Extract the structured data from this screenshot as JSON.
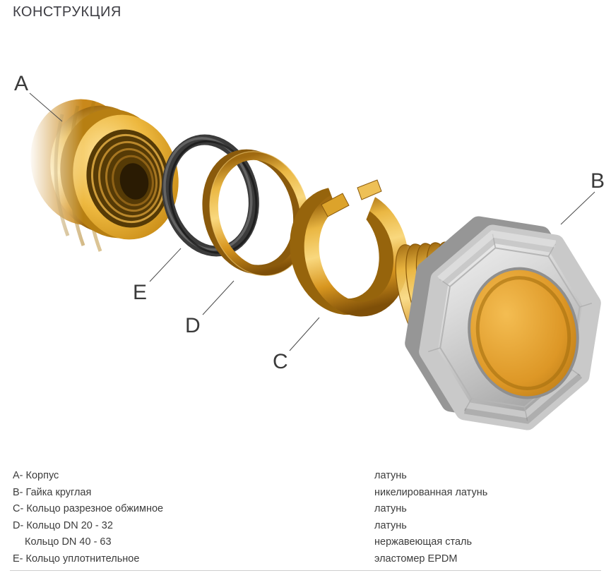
{
  "title": "КОНСТРУКЦИЯ",
  "diagram": {
    "labels": {
      "a": "A",
      "b": "B",
      "c": "C",
      "d": "D",
      "e": "E"
    }
  },
  "legend": {
    "rows": [
      {
        "label": "A- Корпус",
        "material": "латунь"
      },
      {
        "label": "B- Гайка круглая",
        "material": "никелированная латунь"
      },
      {
        "label": "C- Кольцо разрезное обжимное",
        "material": "латунь"
      },
      {
        "label": "D- Кольцо DN 20 - 32",
        "material": "латунь"
      },
      {
        "label": "Кольцо DN 40 - 63",
        "material": "нержавеющая сталь",
        "indent": true
      },
      {
        "label": "E- Кольцо уплотнительное",
        "material": "эластомер EPDM"
      }
    ]
  },
  "colors": {
    "brass": "#DD9B26",
    "nickel": "#C9C9C9",
    "oring_black": "#3B3B3B",
    "text": "#3C3C3C"
  }
}
